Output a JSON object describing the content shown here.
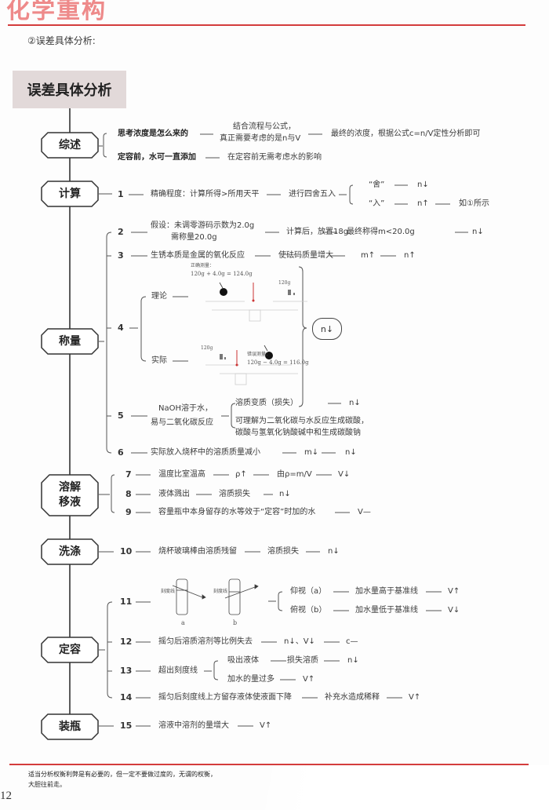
{
  "header": {
    "title": "化学重构",
    "subtitle": "②误差具体分析:"
  },
  "mindmap": {
    "root": "误差具体分析",
    "summary": {
      "node": "综述",
      "a1": "思考浓度是怎么来的",
      "a2a": "结合流程与公式，",
      "a2b": "真正需要考虑的是n与V",
      "a3": "最终的浓度，根据公式c=n/V定性分析即可",
      "b1": "定容前，水可一直添加",
      "b2": "在定容前无需考虑水的影响"
    },
    "calc": {
      "node": "计算",
      "num": "1",
      "a": "精确程度：计算所得>所用天平",
      "b": "进行四舍五入",
      "she": "“舍”",
      "she_r": "n↓",
      "ru": "“入”",
      "ru_r": "n↑",
      "note": "如①所示"
    },
    "weigh": {
      "node": "称量",
      "i2": {
        "num": "2",
        "a1": "假设：未调零游码示数为2.0g",
        "a2": "需称量20.0g",
        "b": "计算后，放置18g",
        "c": "最终称得m<20.0g",
        "d": "n↓"
      },
      "i3": {
        "num": "3",
        "a": "生锈本质是金属的氧化反应",
        "b": "使砝码质量增大",
        "c": "m↑",
        "d": "n↑"
      },
      "i4": {
        "num": "4",
        "theory": "理论",
        "actual": "实际",
        "t_label": "正确测量：",
        "t_eq": "120g + 4.0g = 124.0g",
        "t_w": "120g",
        "a_label": "错误测量：",
        "a_eq": "120g − 4.0g = 116.0g",
        "a_w": "120g",
        "result": "n↓"
      },
      "i5": {
        "num": "5",
        "a1": "NaOH溶于水，",
        "a2": "易与二氧化碳反应",
        "b": "溶质变质（损失）",
        "b_r": "n↓",
        "c1": "可理解为二氧化碳与水反应生成碳酸，",
        "c2": "碳酸与氢氧化钠酸碱中和生成碳酸钠"
      },
      "i6": {
        "num": "6",
        "a": "实际放入烧杯中的溶质质量减小",
        "b": "m↓",
        "c": "n↓"
      }
    },
    "dissolve": {
      "node1": "溶解",
      "node2": "移液",
      "i7": {
        "num": "7",
        "a": "温度比室温高",
        "b": "ρ↑",
        "c": "由ρ=m/V",
        "d": "V↓"
      },
      "i8": {
        "num": "8",
        "a": "液体溅出",
        "b": "溶质损失",
        "c": "n↓"
      },
      "i9": {
        "num": "9",
        "a": "容量瓶中本身留存的水等效于“定容”时加的水",
        "b": "V—"
      }
    },
    "wash": {
      "node": "洗涤",
      "i10": {
        "num": "10",
        "a": "烧杯玻璃棒由溶质残留",
        "b": "溶质损失",
        "c": "n↓"
      }
    },
    "volume": {
      "node": "定容",
      "i11": {
        "num": "11",
        "mark": "刻度线",
        "a": "a",
        "b": "b",
        "up": "仰视（a）",
        "up_b": "加水量高于基准线",
        "up_r": "V↑",
        "down": "俯视（b）",
        "down_b": "加水量低于基准线",
        "down_r": "V↓"
      },
      "i12": {
        "num": "12",
        "a": "摇匀后溶质溶剂等比例失去",
        "b": "n↓、V↓",
        "c": "c—"
      },
      "i13": {
        "num": "13",
        "a": "超出刻度线",
        "b1": "吸出液体",
        "b2": "损失溶质",
        "b3": "n↓",
        "c1": "加水的量过多",
        "c2": "V↑"
      },
      "i14": {
        "num": "14",
        "a": "摇匀后刻度线上方留存液体使液面下降",
        "b": "补充水造成稀释",
        "c": "V↑"
      }
    },
    "bottle": {
      "node": "装瓶",
      "i15": {
        "num": "15",
        "a": "溶液中溶剂的量增大",
        "b": "V↑"
      }
    }
  },
  "footer": {
    "line1": "适当分析权衡利弊是有必要的，但一定不要做过度的，无谓的权衡，",
    "line2": "大胆往前走。",
    "page": "12"
  },
  "colors": {
    "accent": "#d43c3c",
    "title_pink": "#ee8a8a",
    "title_box": "#e2d9d9"
  }
}
